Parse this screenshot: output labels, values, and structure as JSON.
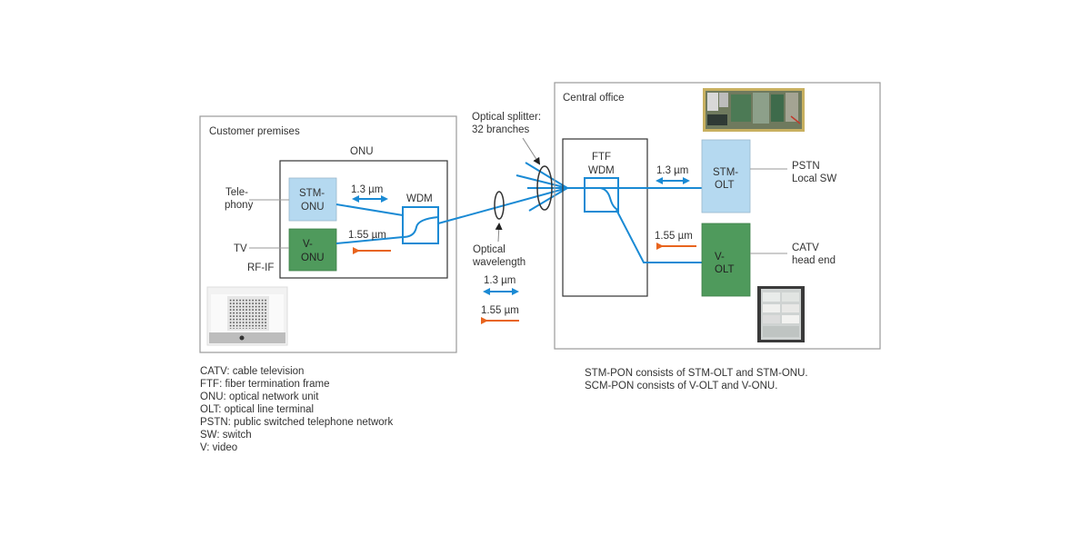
{
  "colors": {
    "fiber": "#1a8ad4",
    "downstream_arrow": "#e8641e",
    "stm_box": "#b5d9f0",
    "v_box": "#4f9a5c",
    "frame": "#9a9a9a",
    "inner_frame": "#333333"
  },
  "customer": {
    "title": "Customer premises",
    "onu_title": "ONU",
    "stm_onu": [
      "STM-",
      "ONU"
    ],
    "v_onu": [
      "V-",
      "ONU"
    ],
    "wdm": "WDM",
    "telephony": [
      "Tele-",
      "phony"
    ],
    "tv": "TV",
    "rf_if": "RF-IF",
    "up_wavelength": "1.3 µm",
    "down_wavelength": "1.55 µm"
  },
  "middle": {
    "splitter": [
      "Optical splitter:",
      "32 branches"
    ],
    "optical_wavelength": [
      "Optical",
      "wavelength"
    ],
    "legend_up": "1.3 µm",
    "legend_down": "1.55 µm"
  },
  "central": {
    "title": "Central office",
    "ftf": [
      "FTF",
      "WDM"
    ],
    "stm_olt": [
      "STM-",
      "OLT"
    ],
    "v_olt": [
      "V-",
      "OLT"
    ],
    "pstn": [
      "PSTN",
      "Local SW"
    ],
    "catv": [
      "CATV",
      "head end"
    ],
    "up_wavelength": "1.3 µm",
    "down_wavelength": "1.55 µm"
  },
  "abbreviations": [
    "CATV: cable television",
    "FTF: fiber termination frame",
    "ONU: optical network unit",
    "OLT: optical line terminal",
    "PSTN: public switched telephone network",
    "SW: switch",
    "V: video"
  ],
  "notes": [
    "STM-PON consists of STM-OLT and STM-ONU.",
    "SCM-PON consists of V-OLT and V-ONU."
  ]
}
